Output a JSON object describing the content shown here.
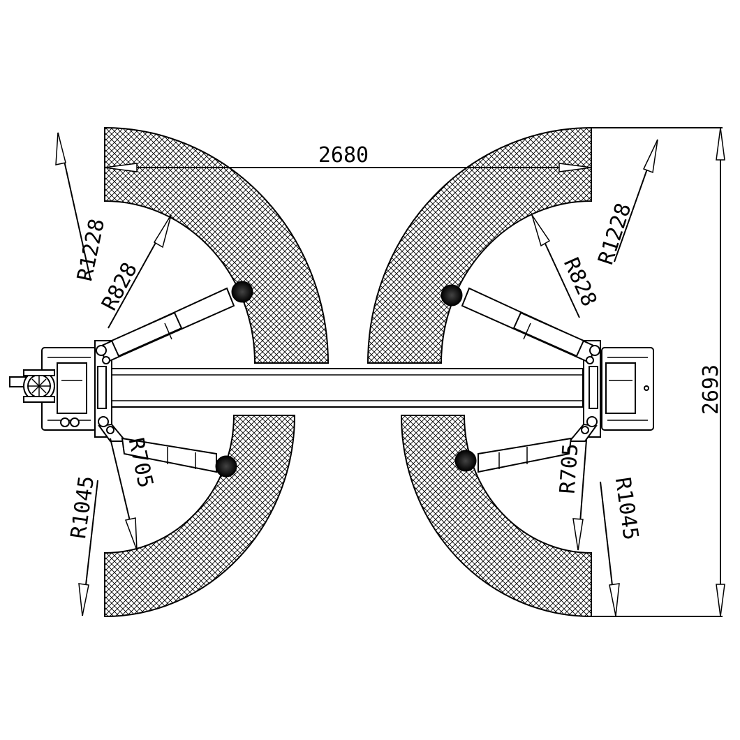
{
  "dimensions": {
    "width_between_columns": "2680",
    "overall_depth": "2693",
    "left_front_outer_radius": "R1228",
    "left_front_inner_radius": "R828",
    "right_front_outer_radius": "R1228",
    "right_front_inner_radius": "R828",
    "left_rear_outer_radius": "R1045",
    "left_rear_inner_radius": "R705",
    "right_rear_outer_radius": "R1045",
    "right_rear_inner_radius": "R705"
  },
  "colors": {
    "line": "#000000",
    "background": "#ffffff"
  }
}
